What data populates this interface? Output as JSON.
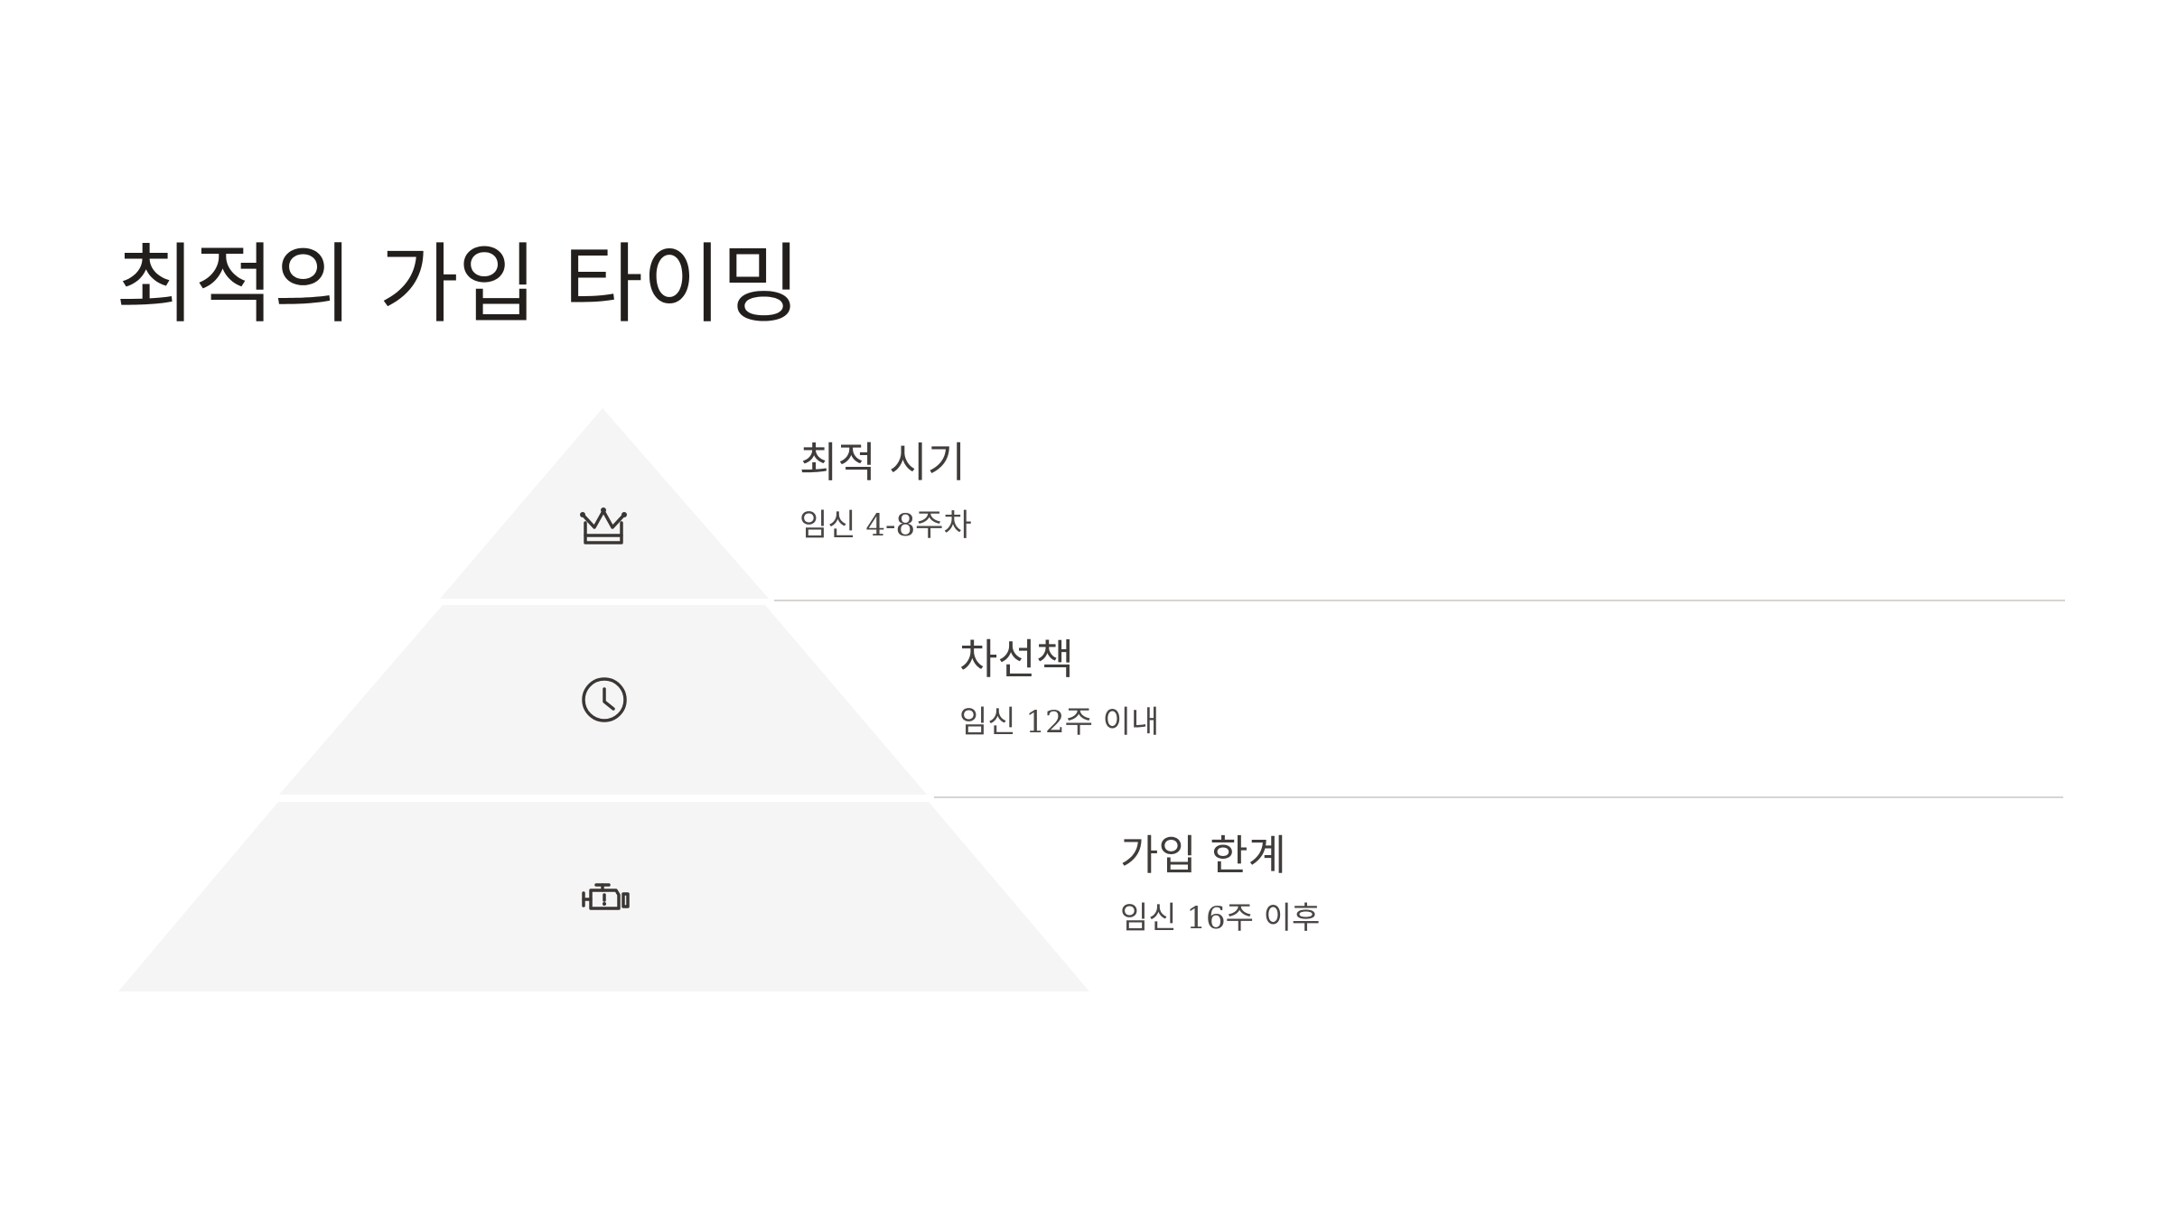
{
  "slide": {
    "title": "최적의 가입 타이밍"
  },
  "tiers": [
    {
      "heading": "최적 시기",
      "description": "임신 4-8주차",
      "icon": "crown-icon"
    },
    {
      "heading": "차선책",
      "description": "임신 12주 이내",
      "icon": "clock-icon"
    },
    {
      "heading": "가입 한계",
      "description": "임신 16주 이후",
      "icon": "engine-warning-icon"
    }
  ],
  "colors": {
    "background": "#ffffff",
    "tier_fill": "#f6f5f5",
    "divider": "#d6d4d2",
    "title_text": "#221e1c",
    "body_text": "#403c3a"
  }
}
